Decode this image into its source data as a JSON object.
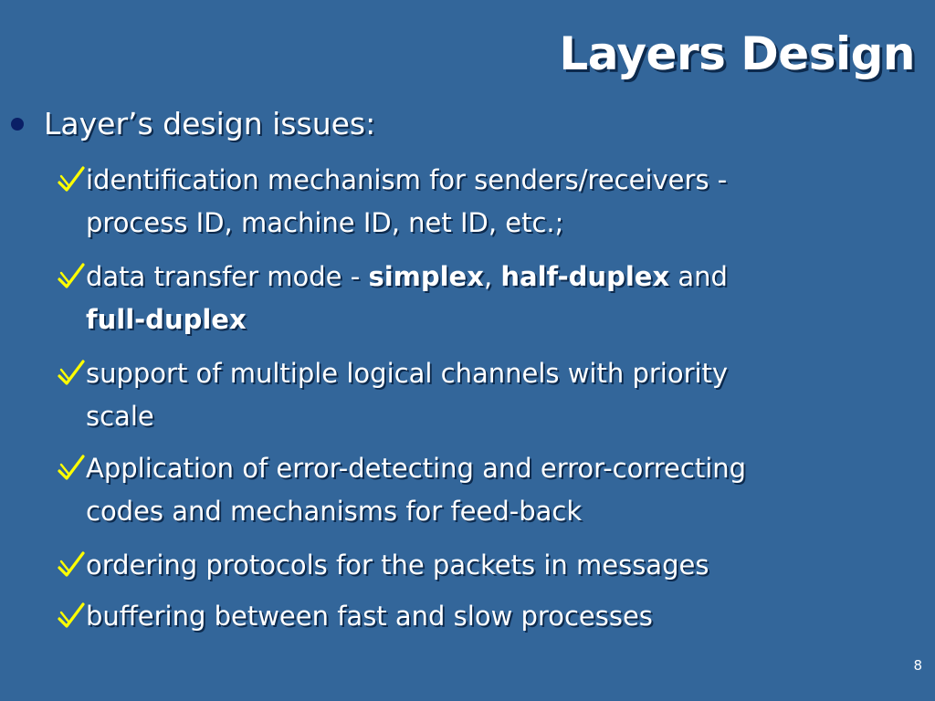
{
  "title": "Layers Design",
  "main_bullet": "Layer’s design issues:",
  "items": [
    {
      "line1": "identification mechanism for senders/receivers -",
      "line2": "process ID, machine ID, net ID, etc.;"
    },
    {
      "line1_a": "data transfer mode - ",
      "line1_b": "simplex",
      "line1_c": ", ",
      "line1_d": "half-duplex",
      "line1_e": " and",
      "line2": "full-duplex"
    },
    {
      "line1": "support of multiple logical channels with priority",
      "line2": "scale"
    },
    {
      "line1": "Application of error-detecting and error-correcting",
      "line2": "codes and mechanisms for feed-back"
    },
    {
      "line1": "ordering protocols for the packets in messages"
    },
    {
      "line1": "buffering between fast and slow processes"
    }
  ],
  "page_number": "8",
  "colors": {
    "background": "#33669a",
    "text": "#ffffff",
    "check_mark": "#ffff00",
    "main_bullet": "#0a1f66"
  },
  "icons": {
    "main_bullet": "dot-bullet-icon",
    "sub_bullet": "check-mark-icon"
  }
}
